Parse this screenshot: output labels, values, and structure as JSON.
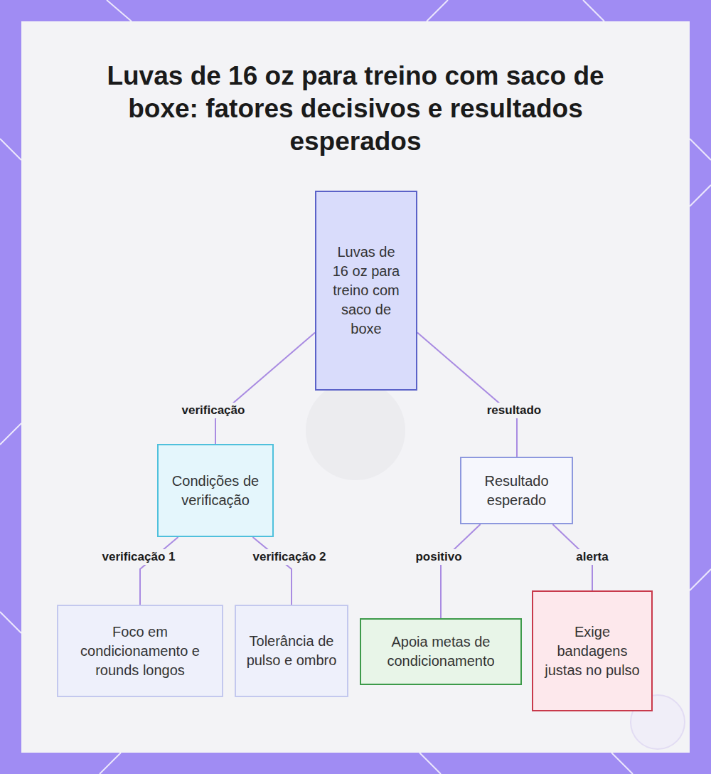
{
  "diagram": {
    "title": "Luvas de 16 oz para treino com saco de boxe: fatores decisivos e resultados esperados",
    "nodes": [
      {
        "text": [
          "Luvas de 16 oz para treino com saco de boxe"
        ]
      },
      {
        "text": [
          "Condições de verificação"
        ]
      },
      {
        "text": [
          "Resultado esperado"
        ]
      },
      {
        "text": [
          "Foco em condicionamento e rounds longos"
        ]
      },
      {
        "text": [
          "Tolerância de pulso e ombro"
        ]
      },
      {
        "text": [
          "Apoia metas de condicionamento"
        ]
      },
      {
        "text": [
          "Exige bandagens justas no pulso"
        ]
      }
    ],
    "edges": [
      {
        "from": 0,
        "to": 1,
        "label": "verificação",
        "arrow": "none"
      },
      {
        "from": 0,
        "to": 2,
        "label": "resultado",
        "arrow": "none"
      },
      {
        "from": 1,
        "to": 3,
        "label": "verificação 1",
        "arrow": "none"
      },
      {
        "from": 1,
        "to": 4,
        "label": "verificação 2",
        "arrow": "none"
      },
      {
        "from": 2,
        "to": 5,
        "label": "positivo",
        "arrow": "none"
      },
      {
        "from": 2,
        "to": 6,
        "label": "alerta",
        "arrow": "none"
      }
    ]
  }
}
